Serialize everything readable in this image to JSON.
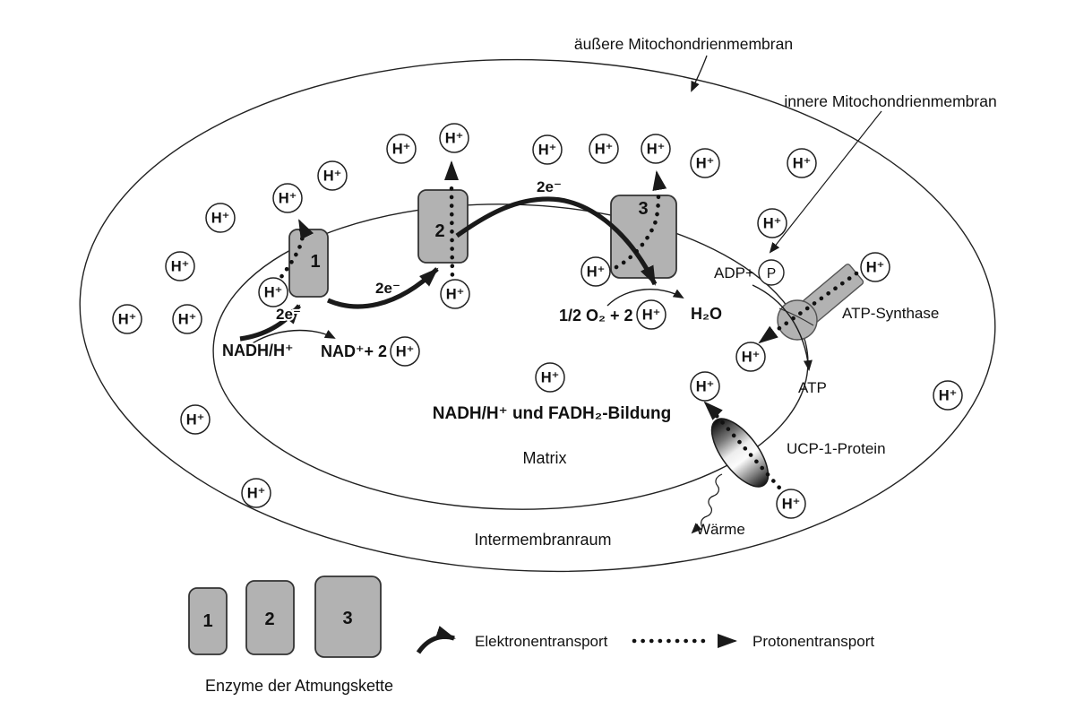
{
  "diagram": {
    "membranes": {
      "outer": "äußere Mitochondrienmembran",
      "inner": "innere Mitochondrienmembran"
    },
    "regions": {
      "matrix": "Matrix",
      "intermembrane_space": "Intermembranraum"
    },
    "molecules": {
      "h_plus": "H⁺",
      "electron_pair": "2e⁻",
      "nadh": "NADH/H⁺",
      "nad_plus": "NAD⁺+ 2",
      "oxygen": "1/2 O₂ + 2",
      "water": "H₂O",
      "adp": "ADP+",
      "phosphate": "P",
      "atp": "ATP"
    },
    "proteins": {
      "complex_1": "1",
      "complex_2": "2",
      "complex_3": "3",
      "atp_synthase": "ATP-Synthase",
      "ucp": "UCP-1-Protein"
    },
    "annotations": {
      "formation": "NADH/H⁺ und FADH₂-Bildung",
      "heat": "Wärme"
    },
    "legend": {
      "box_1": "1",
      "box_2": "2",
      "box_3": "3",
      "caption": "Enzyme der Atmungskette",
      "electron_transport": "Elektronentransport",
      "proton_transport": "Protonentransport"
    },
    "colors": {
      "background": "#ffffff",
      "line": "#1a1a1a",
      "protein_fill": "#b2b2b2",
      "protein_stroke": "#333333"
    }
  }
}
